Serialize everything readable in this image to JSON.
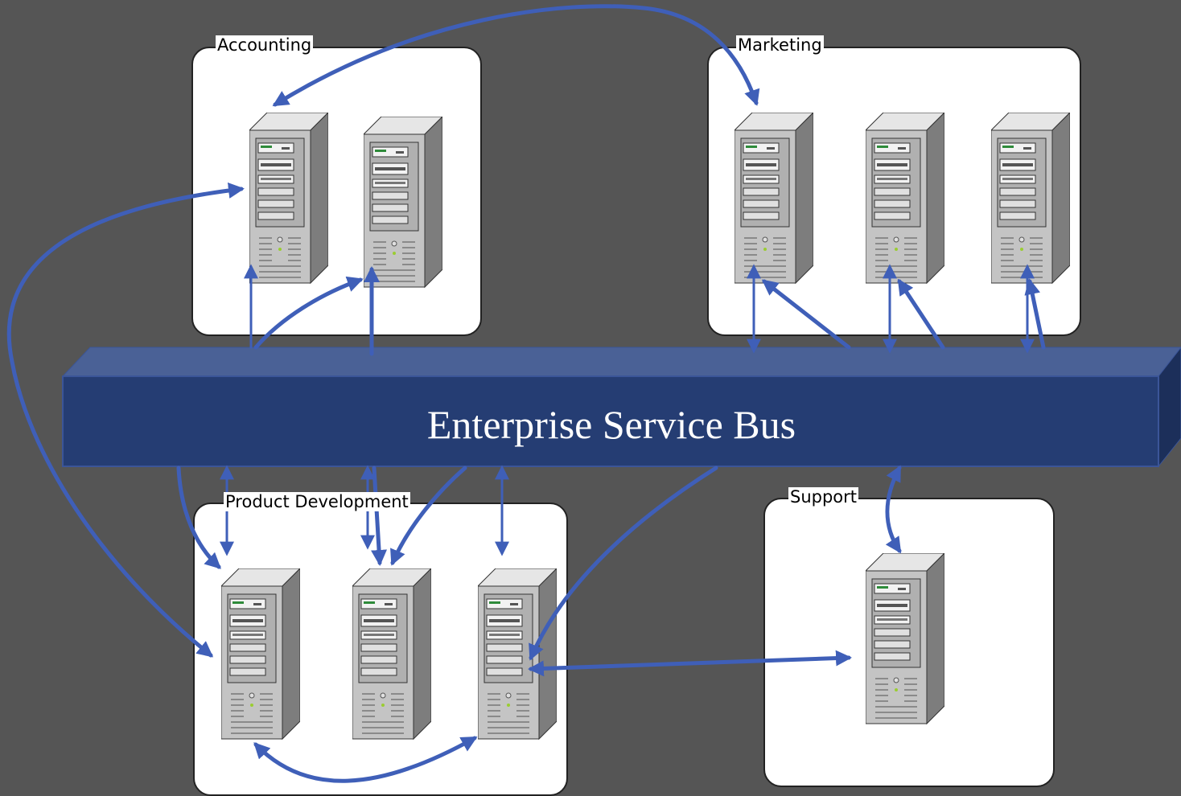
{
  "groups": {
    "accounting": "Accounting",
    "marketing": "Marketing",
    "product_development": "Product Development",
    "support": "Support"
  },
  "bus": {
    "label": "Enterprise Service Bus"
  },
  "colors": {
    "background": "#555555",
    "bus_front": "#253d73",
    "bus_top": "#4a6196",
    "bus_side": "#1c2f5a",
    "arrow": "#3f5fb8"
  },
  "icons": {
    "server": "server-tower-icon",
    "arrow": "arrow-connector"
  }
}
